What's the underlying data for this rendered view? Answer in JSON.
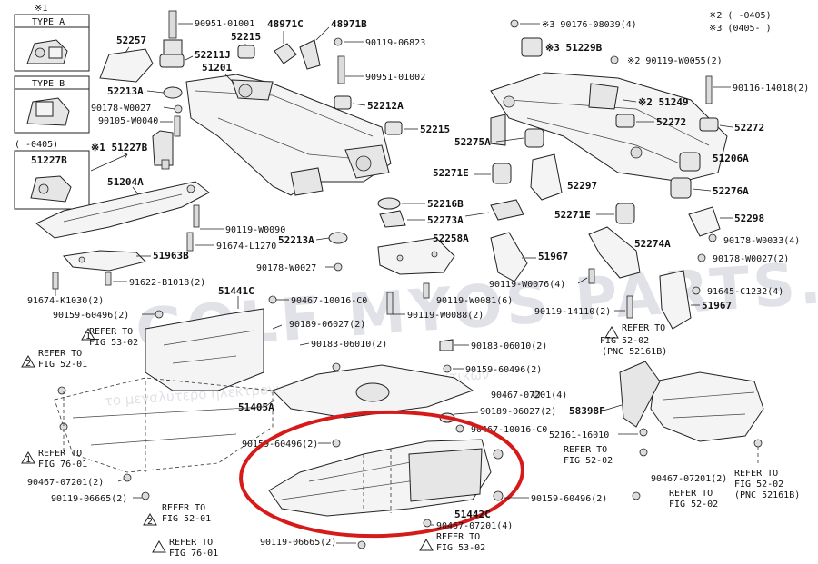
{
  "notes": {
    "n1": "※1",
    "n2": "※2 (     -0405)",
    "n3": "※3 (0405-      )",
    "inset_range": "(     -0405)"
  },
  "insets": {
    "type_a": "TYPE A",
    "type_b": "TYPE B",
    "part_51227b_a": "51227B",
    "part_51227b_b": "※1 51227B"
  },
  "watermark": {
    "main": "GOLF MYOS PARTS.GR",
    "sub": "το μεγαλύτερο ηλεκτρονικό κατάστημα ανταλλακτικών"
  },
  "labels": {
    "p90951_01001": "90951-01001",
    "p48971c": "48971C",
    "p48971b": "48971B",
    "p52257": "52257",
    "p52215a": "52215",
    "p52211j": "52211J",
    "p90119_06823": "90119-06823",
    "p51201": "51201",
    "p90951_01002": "90951-01002",
    "p52213a_1": "52213A",
    "p90178_w0027_1": "90178-W0027",
    "p90105_w0040": "90105-W0040",
    "p52212a": "52212A",
    "p52215b": "52215",
    "p51204a": "51204A",
    "p90119_w0090": "90119-W0090",
    "p91674_l1270": "91674-L1270",
    "p52213a_2": "52213A",
    "p51963b": "51963B",
    "p90178_w0027_2": "90178-W0027",
    "p91622_b1018": "91622-B1018(2)",
    "p91674_k1030": "91674-K1030(2)",
    "p51441c": "51441C",
    "p90467_10016_c0_1": "90467-10016-C0",
    "p90159_60496_1": "90159-60496(2)",
    "p90189_06027_1": "90189-06027(2)",
    "p90183_06010_1": "90183-06010(2)",
    "p52216b": "52216B",
    "p52273a": "52273A",
    "p52258a": "52258A",
    "p90119_w0081": "90119-W0081(6)",
    "p90119_w0088": "90119-W0088(2)",
    "p90183_06010_2": "90183-06010(2)",
    "p90159_60496_2": "90159-60496(2)",
    "p90467_07201_1": "90467-07201(4)",
    "p51405a": "51405A",
    "p90189_06027_2": "90189-06027(2)",
    "p90467_10016_c0_2": "90467-10016-C0",
    "p90159_60496_3": "90159-60496(2)",
    "p90159_60496_4": "90159-60496(2)",
    "p51442": "51442C",
    "p90467_07201_2": "90467-07201(4)",
    "p90467_07201_3": "90467-07201(2)",
    "p90119_06665_1": "90119-06665(2)",
    "p90119_06665_2": "90119-06665(2)",
    "p90176_08039": "※3 90176-08039(4)",
    "p51229b": "※3 51229B",
    "p90119_w0055": "※2 90119-W0055(2)",
    "p90116_14018": "90116-14018(2)",
    "p51249": "※2 51249",
    "p52272a": "52272",
    "p52272b": "52272",
    "p52275a": "52275A",
    "p51206a": "51206A",
    "p52271e_1": "52271E",
    "p52297": "52297",
    "p52276a": "52276A",
    "p52271e_2": "52271E",
    "p52298": "52298",
    "p52274a": "52274A",
    "p90178_w0033": "90178-W0033(4)",
    "p51967a": "51967",
    "p90178_w0027_3": "90178-W0027(2)",
    "p90119_w0076": "90119-W0076(4)",
    "p91645_c1232": "91645-C1232(4)",
    "p51967b": "51967",
    "p90119_14110": "90119-14110(2)",
    "p58398f": "58398F",
    "p52161_16010": "52161-16010",
    "p90467_07201_r": "90467-07201(2)"
  },
  "refs": {
    "r1_l1": "REFER TO",
    "r1_l2": "FIG 53-02",
    "r2_l1": "REFER TO",
    "r2_l2": "FIG 52-01",
    "r3_l1": "REFER TO",
    "r3_l2": "FIG 76-01",
    "r4_l1": "REFER TO",
    "r4_l2": "FIG 52-01",
    "r5_l1": "REFER TO",
    "r5_l2": "FIG 76-01",
    "r6_l1": "REFER TO",
    "r6_l2": "FIG 53-02",
    "r7_l1": "REFER TO",
    "r7_l2": "FIG 52-02",
    "r7_l3": "(PNC 52161B)",
    "r8_l1": "REFER TO",
    "r8_l2": "FIG 52-02",
    "r9_l1": "REFER TO",
    "r9_l2": "FIG 52-02",
    "r10_l1": "REFER TO",
    "r10_l2": "FIG 52-02",
    "r10_l3": "(PNC 52161B)"
  },
  "markers": {
    "m1": "1",
    "m2": "2",
    "m3": "1",
    "m4": "2"
  },
  "colors": {
    "highlight": "#d61a1a",
    "line": "#222222"
  }
}
